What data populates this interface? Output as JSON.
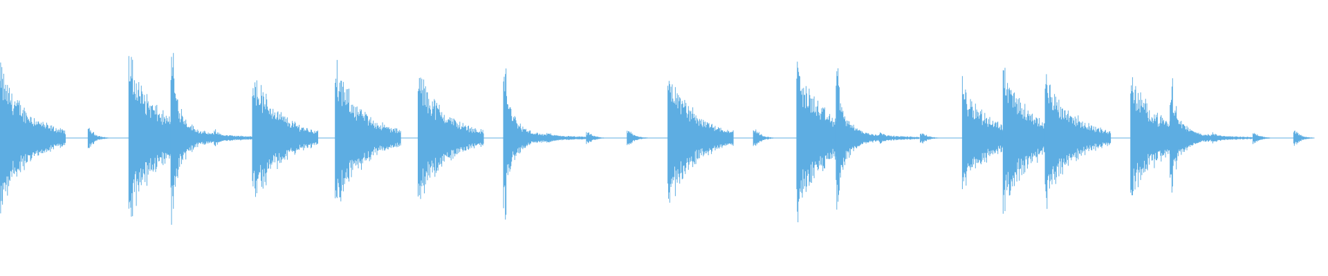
{
  "waveform": {
    "color": "#5DADE2",
    "duration_fraction_drawn": 0.99,
    "hits": [
      {
        "t": 0.0,
        "amp": 0.52,
        "decay": "long"
      },
      {
        "t": 0.067,
        "amp": 0.07,
        "decay": "short"
      },
      {
        "t": 0.098,
        "amp": 0.6,
        "decay": "long"
      },
      {
        "t": 0.13,
        "amp": 0.7,
        "decay": "ring"
      },
      {
        "t": 0.163,
        "amp": 0.06,
        "decay": "short"
      },
      {
        "t": 0.192,
        "amp": 0.5,
        "decay": "long"
      },
      {
        "t": 0.255,
        "amp": 0.53,
        "decay": "long"
      },
      {
        "t": 0.318,
        "amp": 0.5,
        "decay": "long"
      },
      {
        "t": 0.383,
        "amp": 0.56,
        "decay": "ring"
      },
      {
        "t": 0.416,
        "amp": 0.04,
        "decay": "short"
      },
      {
        "t": 0.446,
        "amp": 0.04,
        "decay": "short"
      },
      {
        "t": 0.477,
        "amp": 0.06,
        "decay": "short"
      },
      {
        "t": 0.508,
        "amp": 0.5,
        "decay": "long"
      },
      {
        "t": 0.573,
        "amp": 0.07,
        "decay": "short"
      },
      {
        "t": 0.606,
        "amp": 0.55,
        "decay": "long"
      },
      {
        "t": 0.636,
        "amp": 0.53,
        "decay": "ring"
      },
      {
        "t": 0.669,
        "amp": 0.04,
        "decay": "short"
      },
      {
        "t": 0.7,
        "amp": 0.04,
        "decay": "short"
      },
      {
        "t": 0.732,
        "amp": 0.4,
        "decay": "long"
      },
      {
        "t": 0.763,
        "amp": 0.52,
        "decay": "long"
      },
      {
        "t": 0.795,
        "amp": 0.47,
        "decay": "long"
      },
      {
        "t": 0.86,
        "amp": 0.45,
        "decay": "long"
      },
      {
        "t": 0.89,
        "amp": 0.47,
        "decay": "ring"
      },
      {
        "t": 0.922,
        "amp": 0.04,
        "decay": "short"
      },
      {
        "t": 0.953,
        "amp": 0.04,
        "decay": "short"
      },
      {
        "t": 0.984,
        "amp": 0.05,
        "decay": "short"
      }
    ]
  }
}
